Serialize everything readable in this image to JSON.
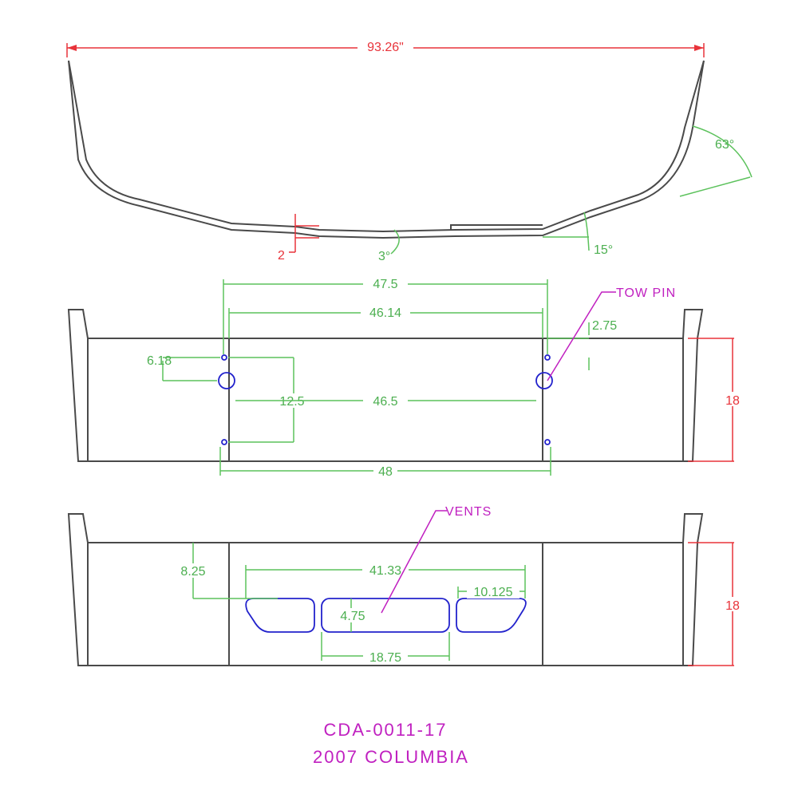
{
  "top_view": {
    "overall_width": "93.26\"",
    "angle_side": "63°",
    "angle_center": "3°",
    "angle_low": "15°",
    "step_height": "2"
  },
  "front_view": {
    "tow_pin_label": "TOW PIN",
    "dim_47_5": "47.5",
    "dim_46_14": "46.14",
    "dim_2_75": "2.75",
    "dim_6_18": "6.18",
    "dim_12_5": "12.5",
    "dim_46_5": "46.5",
    "dim_48": "48",
    "height": "18"
  },
  "vent_view": {
    "vents_label": "VENTS",
    "dim_8_25": "8.25",
    "dim_41_33": "41.33",
    "dim_10_125": "10.125",
    "dim_4_75": "4.75",
    "dim_18_75": "18.75",
    "height": "18"
  },
  "title_block": {
    "part_number": "CDA-0011-17",
    "model": "2007 COLUMBIA"
  },
  "colors": {
    "outline": "#4a4a4a",
    "dimension": "#5cc25c",
    "overall_dimension": "#e8333a",
    "holes": "#2222cc",
    "labels": "#c020c0"
  }
}
